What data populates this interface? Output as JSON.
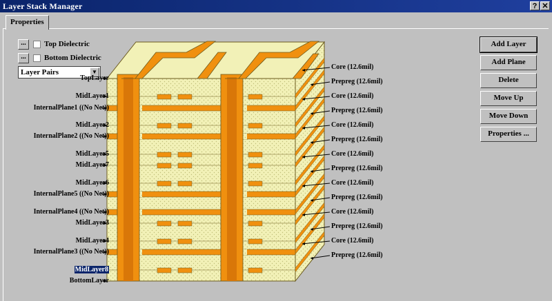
{
  "window": {
    "title": "Layer Stack Manager",
    "help_glyph": "?",
    "close_glyph": "✕"
  },
  "tabs": [
    {
      "label": "Properties"
    }
  ],
  "options": {
    "ellipsis": "...",
    "top_dielectric": "Top Dielectric",
    "bottom_dielectric": "Bottom Dielectric",
    "layer_pairs_value": "Layer Pairs"
  },
  "buttons": {
    "add_layer": "Add Layer",
    "add_plane": "Add Plane",
    "delete": "Delete",
    "move_up": "Move Up",
    "move_down": "Move Down",
    "properties": "Properties ..."
  },
  "left_labels": [
    "TopLayer",
    "MidLayer1",
    "InternalPlane1 ((No Net))",
    "MidLayer2",
    "InternalPlane2 ((No Net))",
    "MidLayer5",
    "MidLayer7",
    "MidLayer6",
    "InternalPlane5 ((No Net))",
    "InternalPlane4 ((No Net))",
    "MidLayer3",
    "MidLayer4",
    "InternalPlane3 ((No Net))",
    "MidLayer8",
    "BottomLayer"
  ],
  "selected_layer": "MidLayer8",
  "right_labels": [
    "Core (12.6mil)",
    "Prepreg (12.6mil)",
    "Core (12.6mil)",
    "Prepreg (12.6mil)",
    "Core (12.6mil)",
    "Prepreg (12.6mil)",
    "Core (12.6mil)",
    "Prepreg (12.6mil)",
    "Core (12.6mil)",
    "Prepreg (12.6mil)",
    "Core (12.6mil)",
    "Prepreg (12.6mil)",
    "Core (12.6mil)",
    "Prepreg (12.6mil)"
  ],
  "colors": {
    "copper": "#f0900f",
    "dielectric": "#f2f1b7",
    "dielectric_dark": "#c9c87f",
    "hatch": "#bfbe79",
    "outline": "#6b5a1e"
  }
}
